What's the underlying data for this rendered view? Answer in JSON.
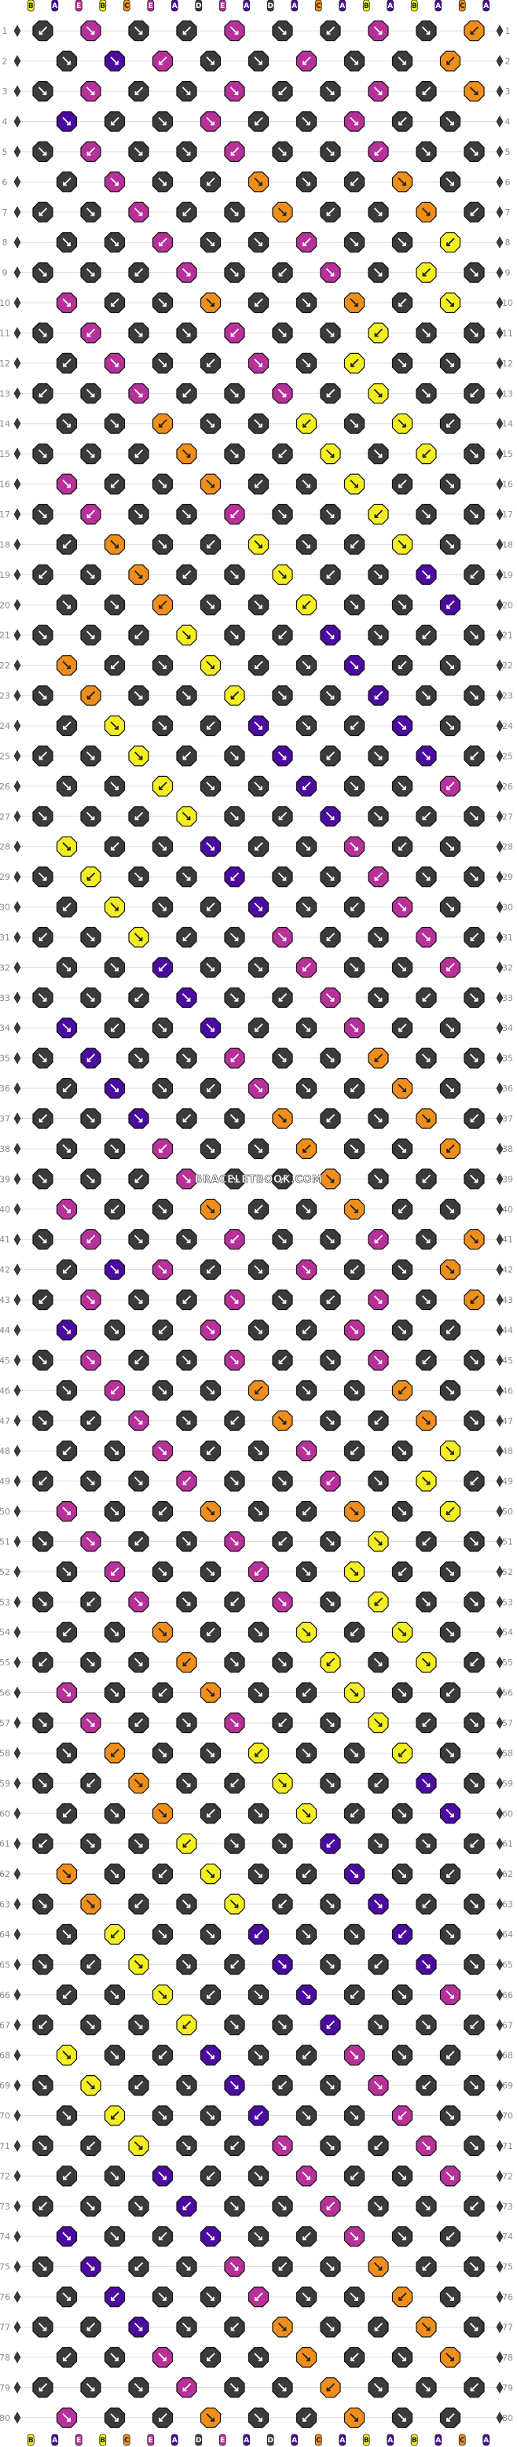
{
  "watermark": "BRACELETBOOK.COM",
  "rows": 80,
  "strings": 20,
  "colors": {
    "A": "#4b0aa0",
    "B": "#f2ee20",
    "C": "#ef8e1a",
    "D": "#3b3b3b",
    "E": "#b8309a"
  },
  "string_letters": [
    "B",
    "A",
    "E",
    "B",
    "C",
    "E",
    "A",
    "D",
    "E",
    "A",
    "D",
    "A",
    "C",
    "A",
    "B",
    "A",
    "B",
    "A",
    "C",
    "A"
  ],
  "knot_pattern": [
    "DAEDDEDDEDDEDDEDDECD",
    "DDDADEDDEDDEDDEDDCDD",
    "DDEDDEDDEDDCDDEDDECD",
    "DADDEDDEDDCDDEDDCDDD",
    "DDEDDEDDEDDCDDEDDCDD",
    "DDDEDDEDDCDDEDDCDDDD",
    "DEDDEDDEDDCDDEDDCDDD",
    "DDEDDEDDCDDEDDCDDBDD",
    "DDDEDDEDDCDDEDDBBDDD",
    "DEDDEDDCDDEDDCDDBBDD",
    "DDEDDCDDEDDCDDBBDDDD",
    "DDDEDDCDDEDDBBDDBDDD",
    "DEDDEDDCDDEDDBBDDBDD",
    "DDEDDCDDEDDBDDBBDDDD",
    "DDDEDDCDDEDDBDDBBDDD",
    "DEDDEDDCDDBDDBDDBDDD",
    "DDEDDCDDEDDBDDBBDDDD",
    "DDDCDDCDDBDDBDDBDDDD",
    "DCDDCDDBDDBDDBDDADDD",
    "DDCDDCDDBDDBDDADDADD",
    "DDDCDDBDDBDDADDADDDD",
    "DCDDCDDBDDBDDADDADDD",
    "DDCDDBDDBDDADDADDADD",
    "DDDBDDBDDADDADDADDDD",
    "DBDDBDDBDDADDADDADDD",
    "DDBDDBDDADDADDADDEDD",
    "DDDBDDBDDADDADDEDDDD",
    "DBDDBDDADDADDEDDEDDD",
    "DDBDDBDDADDADDEDDEDD",
    "DDDBDDADDADDEDDEDDDD",
    "DBDDBDDADDEDDEDDEDDD",
    "DDBDDADDADDEDDEDDEDD",
    "DDDADDADDEDDEDDEDDDD",
    "DADDADDADDEDDEDDCDDD",
    "DDADDADDEDDEDDCDDCDD",
    "DDDADDEDDEDDCDDCDDDD",
    "DADDADDEDDCDDCDDCDDD",
    "DDADDEDDEDDCDDCDDCDD",
    "DDDEDDEDDCDDCDDCDDDD",
    "DEDDEDDCDDCDDCDDBDDD"
  ]
}
